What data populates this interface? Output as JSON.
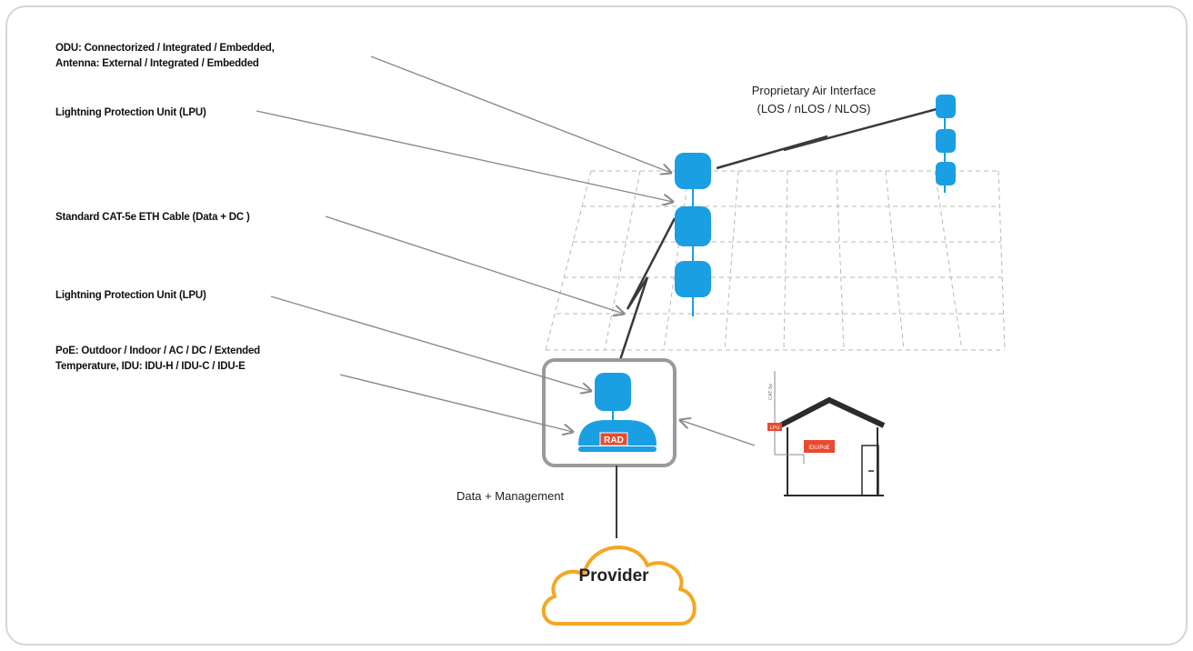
{
  "labels": {
    "odu_line1": "ODU: Connectorized / Integrated / Embedded,",
    "odu_line2": "Antenna: External / Integrated / Embedded",
    "lpu_top": "Lightning Protection Unit (LPU)",
    "cable": "Standard CAT-5e ETH Cable (Data + DC )",
    "lpu_bottom": "Lightning Protection Unit (LPU)",
    "poe_line1": "PoE: Outdoor / Indoor / AC / DC / Extended",
    "poe_line2": "Temperature, IDU: IDU-H / IDU-C / IDU-E"
  },
  "air_interface": {
    "line1": "Proprietary Air Interface",
    "line2": "(LOS / nLOS / NLOS)"
  },
  "data_management": "Data + Management",
  "provider": "Provider",
  "rad_logo": "RAD",
  "house": {
    "cable_tag": "CAT-5e",
    "lpu_tag": "LPU",
    "idu_tag": "IDU/PoE"
  },
  "colors": {
    "device_blue": "#1a9fe3",
    "cloud_orange": "#f5a623",
    "rad_red": "#e84a2f",
    "house_dark": "#2b2b2b"
  }
}
